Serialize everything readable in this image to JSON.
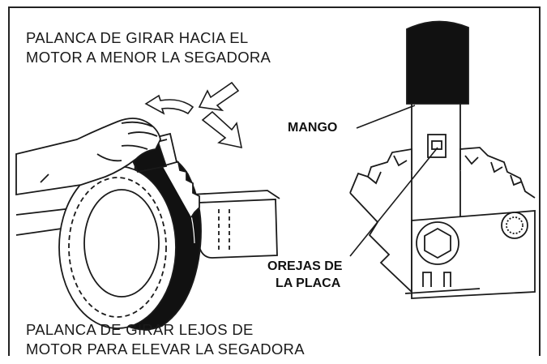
{
  "captions": {
    "top_line1": "PALANCA DE GIRAR HACIA EL",
    "top_line2": "MOTOR A MENOR LA SEGADORA",
    "bottom_line1": "PALANCA DE GIRAR LEJOS DE",
    "bottom_line2": "MOTOR PARA ELEVAR LA SEGADORA"
  },
  "callouts": {
    "handle": "MANGO",
    "plate_tabs_line1": "OREJAS DE",
    "plate_tabs_line2": "LA PLACA"
  },
  "colors": {
    "line": "#1a1a1a",
    "fill_dark": "#111111",
    "fill_light": "#ffffff"
  }
}
